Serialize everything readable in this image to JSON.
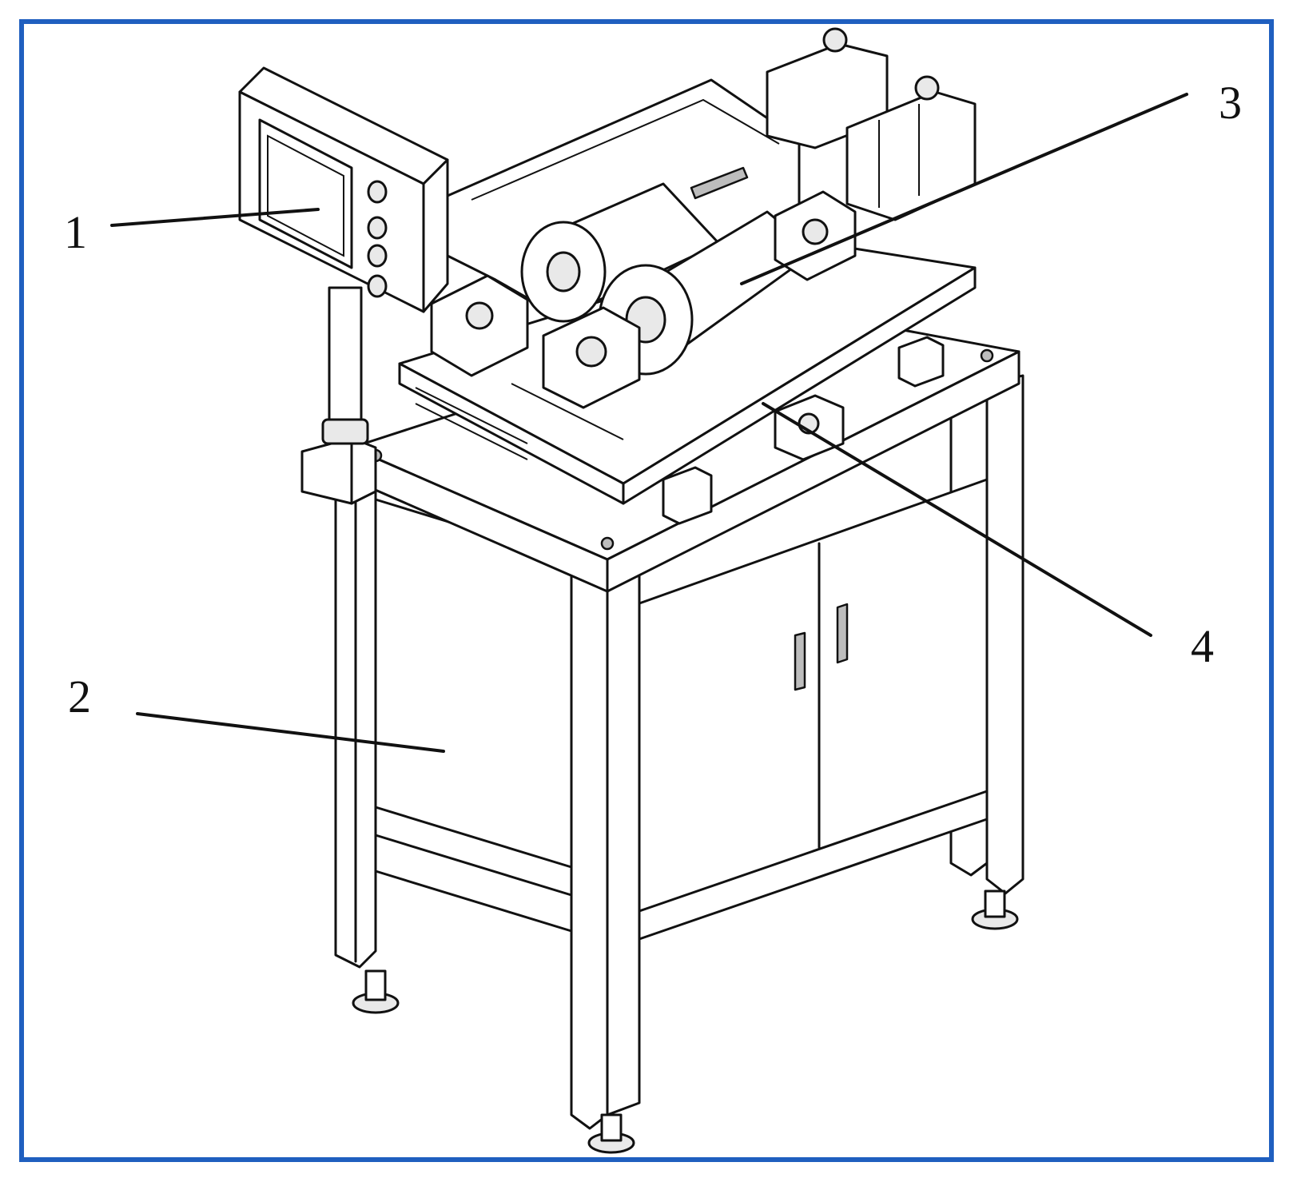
{
  "figure": {
    "frame_color": "#1f5fbf",
    "callouts": [
      {
        "id": "1",
        "label": "1",
        "part": "control-box"
      },
      {
        "id": "2",
        "label": "2",
        "part": "cabinet"
      },
      {
        "id": "3",
        "label": "3",
        "part": "roller"
      },
      {
        "id": "4",
        "label": "4",
        "part": "bearing-block"
      }
    ]
  }
}
